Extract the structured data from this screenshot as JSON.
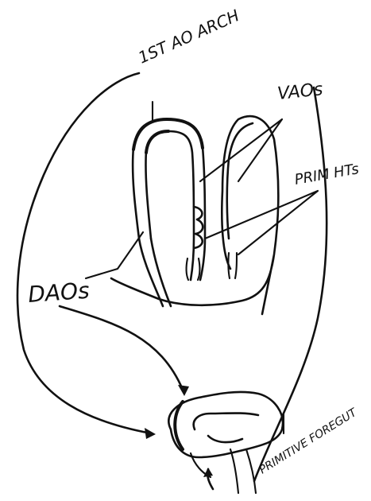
{
  "labels": {
    "first_ao_arch": "1ST AO ARCH",
    "ventral_aortas": "VAOs",
    "primitive_heart_tubes": "PRIM HTs",
    "dorsal_aortas": "DAOs",
    "primitive_foregut": "PRIMITIVE FOREGUT"
  },
  "colors": {
    "ink": "#111111",
    "paper": "#ffffff"
  }
}
